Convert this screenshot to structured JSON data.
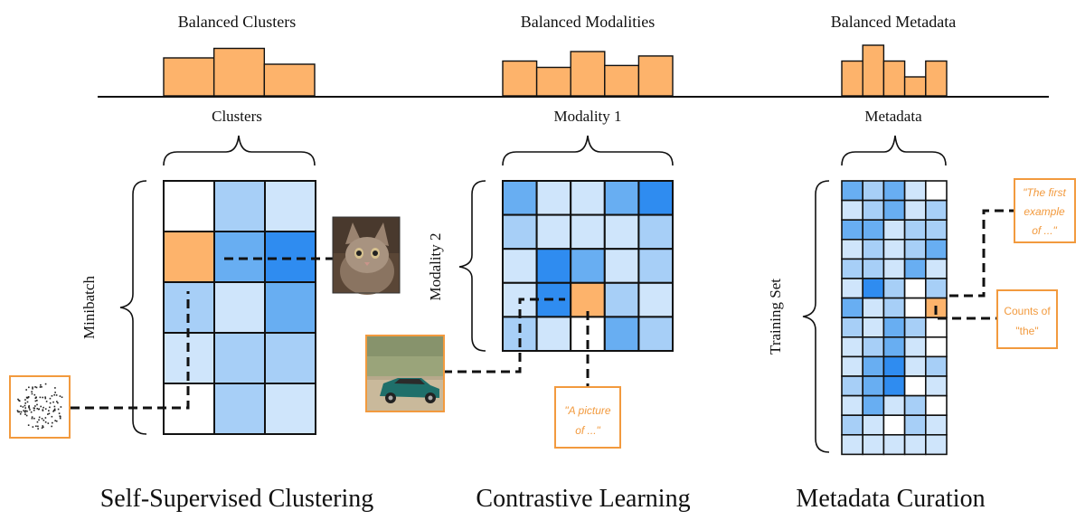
{
  "colors": {
    "orange": "#FDB36B",
    "orange_stroke": "#F29A3E",
    "blue_dark": "#2F8CF0",
    "blue_mid": "#68AEF2",
    "blue_light": "#A7CFF7",
    "blue_pale": "#CFE5FB",
    "white": "#FFFFFF",
    "ink": "#111111"
  },
  "panels": [
    {
      "title": "Balanced Clusters",
      "hist": [
        0.6,
        0.75,
        0.5
      ],
      "axis_label": "Clusters",
      "side_label": "Minibatch",
      "caption": "Self-Supervised Clustering",
      "thumb": {
        "name": "point-cloud-thumbnail",
        "desc": "scatter"
      },
      "thumb2": {
        "name": "cat-photo-thumbnail",
        "desc": "cat"
      }
    },
    {
      "title": "Balanced Modalities",
      "hist": [
        0.55,
        0.45,
        0.7,
        0.48,
        0.63
      ],
      "axis_label": "Modality 1",
      "side_label": "Modality 2",
      "caption": "Contrastive Learning",
      "note": [
        "\"A picture",
        "of ...\""
      ],
      "thumb": {
        "name": "car-photo-thumbnail",
        "desc": "car"
      }
    },
    {
      "title": "Balanced Metadata",
      "hist": [
        0.55,
        0.8,
        0.55,
        0.3,
        0.55
      ],
      "axis_label": "Metadata",
      "side_label": "Training Set",
      "caption": "Metadata Curation",
      "note_top": [
        "\"The first",
        "example",
        "of ...\""
      ],
      "note_side": [
        "Counts of",
        "\"the\""
      ]
    }
  ],
  "grids": {
    "clusters": [
      [
        "white",
        "blue_light",
        "blue_pale"
      ],
      [
        "orange",
        "blue_mid",
        "blue_dark"
      ],
      [
        "blue_light",
        "blue_pale",
        "blue_mid"
      ],
      [
        "blue_pale",
        "blue_light",
        "blue_light"
      ],
      [
        "white",
        "blue_light",
        "blue_pale"
      ]
    ],
    "modality": [
      [
        "blue_mid",
        "blue_pale",
        "blue_pale",
        "blue_mid",
        "blue_dark"
      ],
      [
        "blue_light",
        "blue_pale",
        "blue_pale",
        "blue_pale",
        "blue_light"
      ],
      [
        "blue_pale",
        "blue_dark",
        "blue_mid",
        "blue_pale",
        "blue_light"
      ],
      [
        "blue_pale",
        "blue_dark",
        "orange",
        "blue_light",
        "blue_pale"
      ],
      [
        "blue_light",
        "blue_pale",
        "white",
        "blue_mid",
        "blue_light"
      ]
    ],
    "metadata": [
      [
        "blue_mid",
        "blue_light",
        "blue_mid",
        "blue_pale",
        "white"
      ],
      [
        "blue_pale",
        "blue_light",
        "blue_mid",
        "blue_pale",
        "blue_light"
      ],
      [
        "blue_mid",
        "blue_mid",
        "blue_pale",
        "blue_light",
        "blue_light"
      ],
      [
        "blue_pale",
        "blue_light",
        "blue_pale",
        "blue_light",
        "blue_mid"
      ],
      [
        "blue_light",
        "blue_light",
        "blue_pale",
        "blue_mid",
        "blue_pale"
      ],
      [
        "blue_pale",
        "blue_dark",
        "blue_light",
        "white",
        "blue_light"
      ],
      [
        "blue_mid",
        "blue_pale",
        "blue_light",
        "white",
        "orange"
      ],
      [
        "blue_light",
        "blue_pale",
        "blue_mid",
        "blue_light",
        "white"
      ],
      [
        "blue_pale",
        "blue_light",
        "blue_mid",
        "blue_pale",
        "white"
      ],
      [
        "blue_pale",
        "blue_mid",
        "blue_dark",
        "blue_pale",
        "blue_light"
      ],
      [
        "blue_light",
        "blue_mid",
        "blue_dark",
        "white",
        "blue_pale"
      ],
      [
        "blue_pale",
        "blue_mid",
        "blue_pale",
        "blue_light",
        "white"
      ],
      [
        "blue_light",
        "blue_pale",
        "white",
        "blue_light",
        "blue_pale"
      ],
      [
        "blue_pale",
        "blue_pale",
        "blue_pale",
        "blue_pale",
        "blue_pale"
      ]
    ]
  }
}
